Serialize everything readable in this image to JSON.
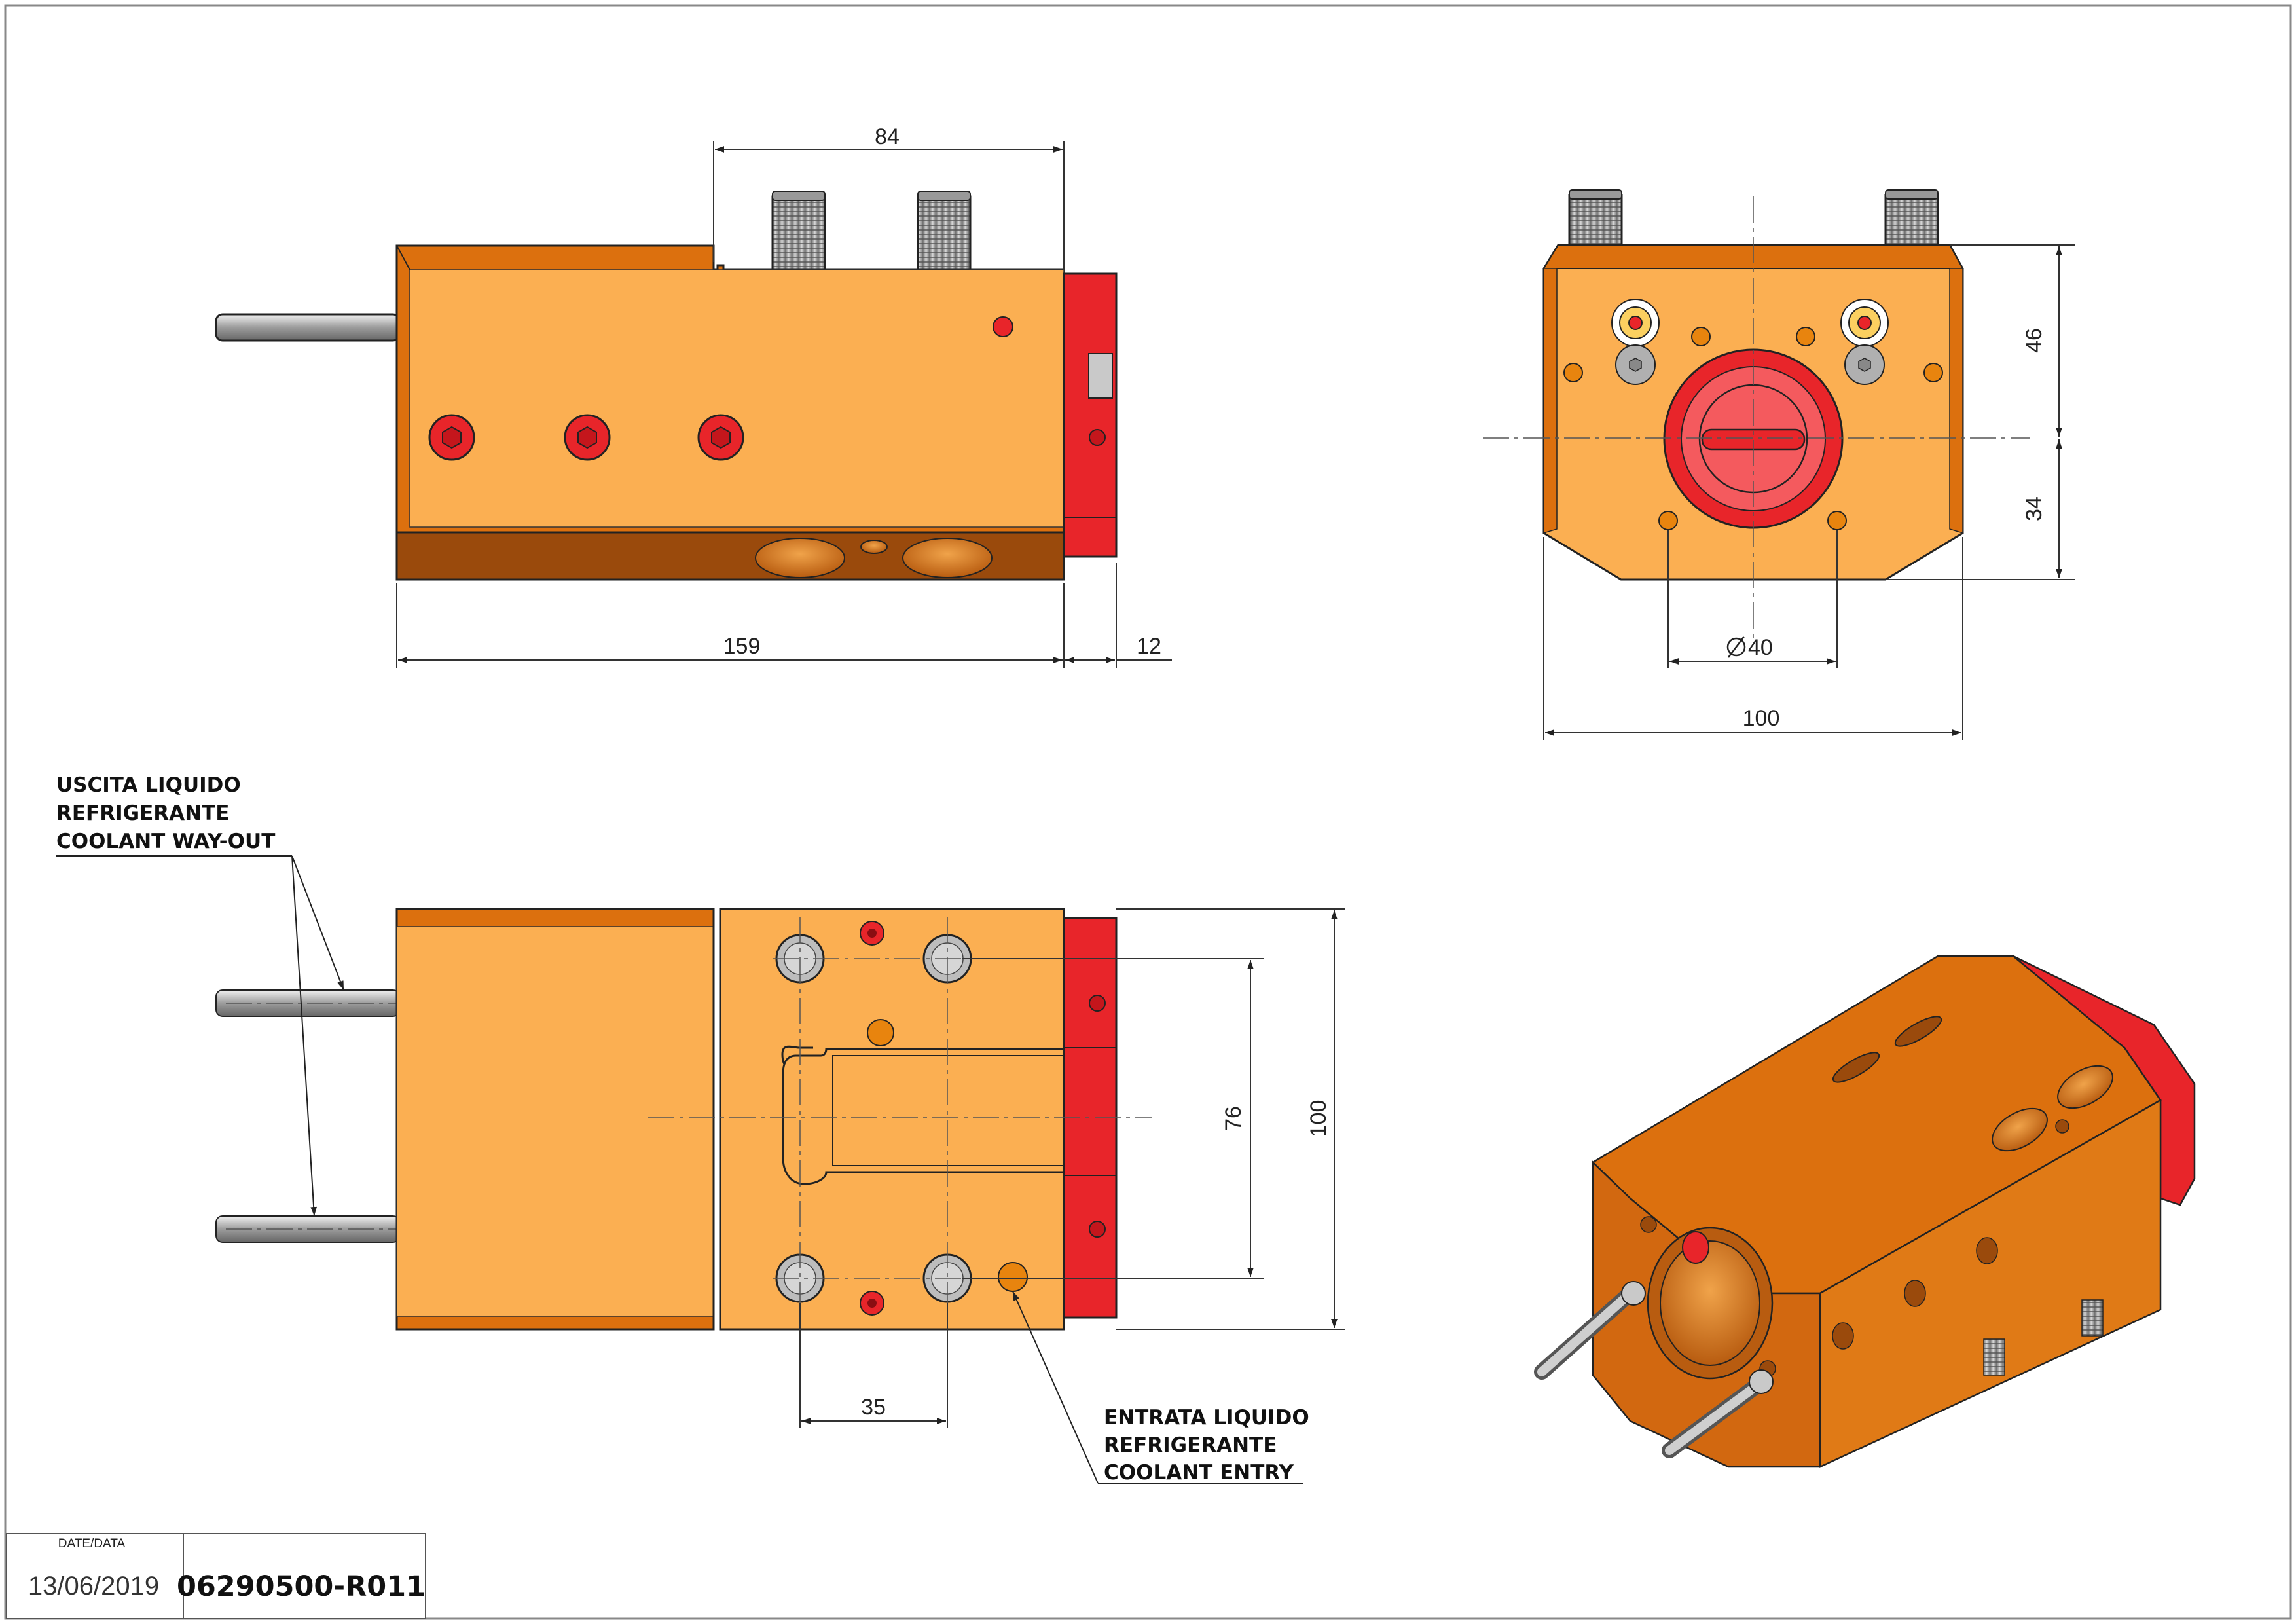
{
  "dimensions": {
    "front": {
      "top_width": "84",
      "length": "159",
      "flange": "12"
    },
    "side": {
      "upper_height": "46",
      "lower_height": "34",
      "bore_diameter": "40",
      "width": "100",
      "diameter_symbol": "⌀"
    },
    "top": {
      "bolt_spacing": "76",
      "total_width": "100",
      "bolt_pitch": "35"
    }
  },
  "notes": {
    "coolant_out": [
      "USCITA LIQUIDO",
      "REFRIGERANTE",
      "COOLANT WAY-OUT"
    ],
    "coolant_in": [
      "ENTRATA LIQUIDO",
      "REFRIGERANTE",
      "COOLANT ENTRY"
    ]
  },
  "title_block": {
    "date_label": "DATE/DATA",
    "date": "13/06/2019",
    "code": "06290500-R011"
  },
  "colors": {
    "body": "#FBAF52",
    "body_dark": "#9A4A0C",
    "body_mid": "#DC700E",
    "flange_red": "#E8252A",
    "steel": "#B8B8B8"
  },
  "icons": [
    "hex-socket-icon",
    "arrow-head-icon",
    "diameter-symbol-icon"
  ]
}
